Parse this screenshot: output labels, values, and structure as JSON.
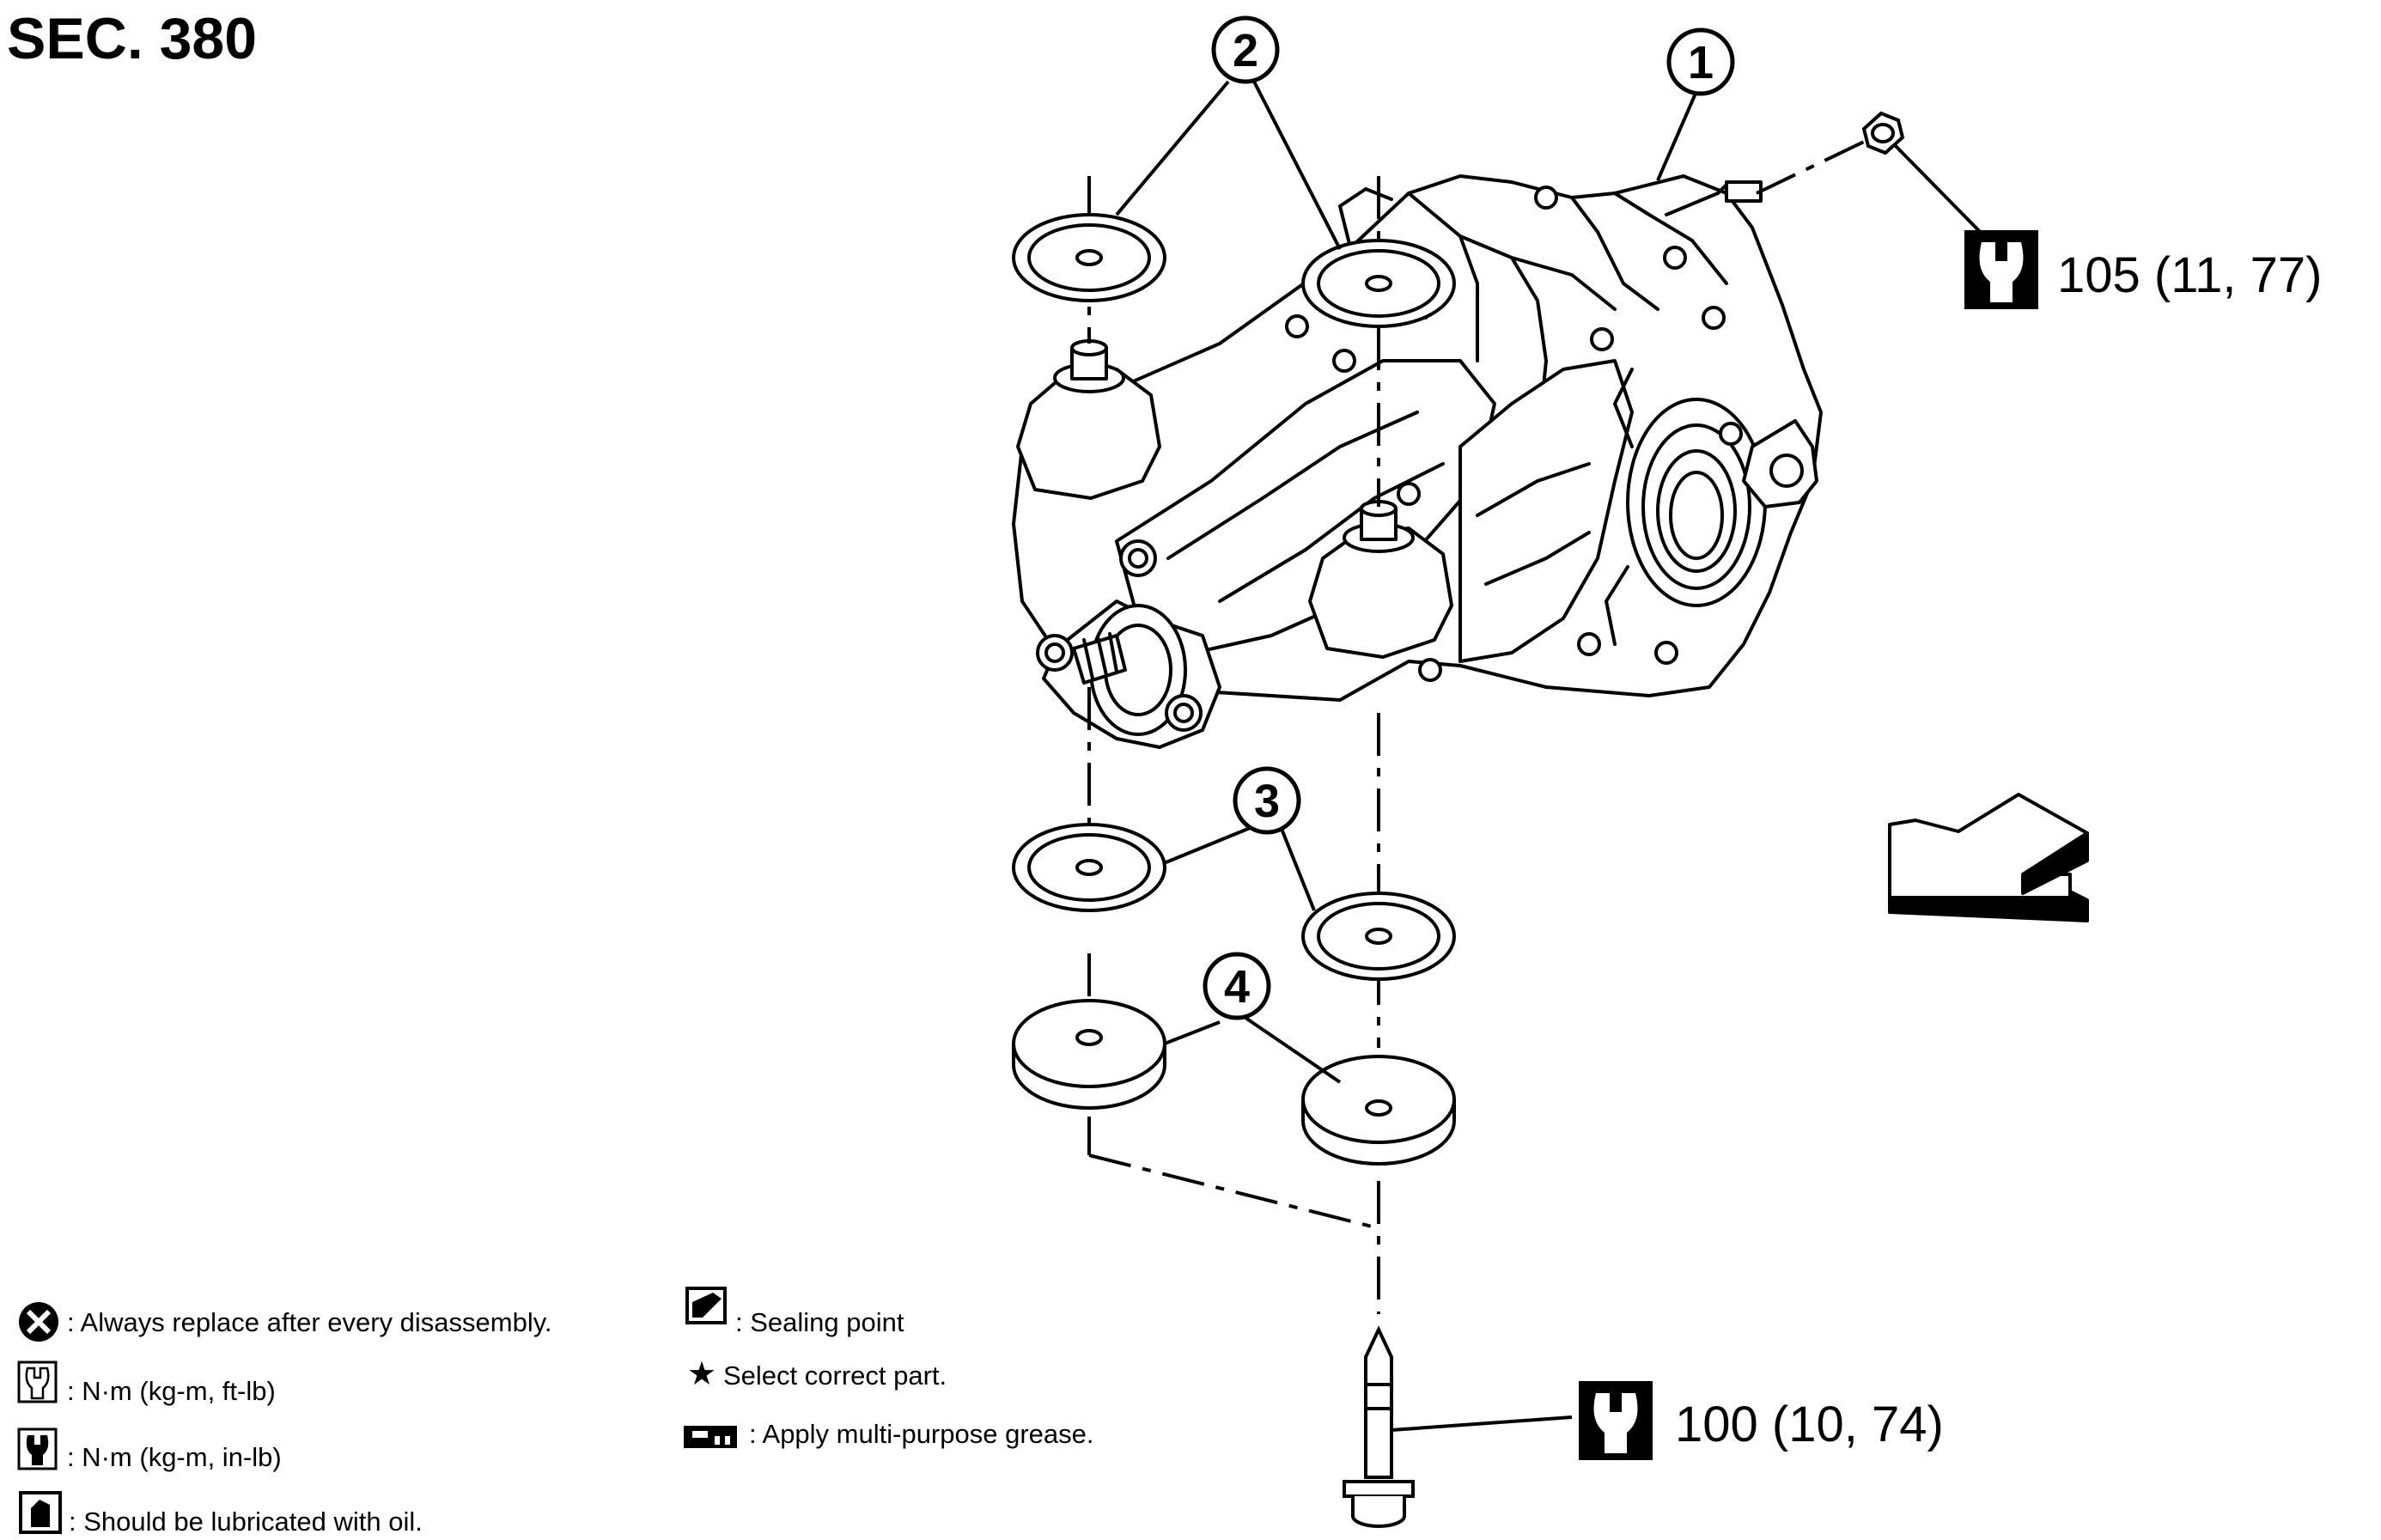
{
  "section": "SEC. 380",
  "callouts": [
    "1",
    "2",
    "3",
    "4"
  ],
  "torque": {
    "nut": "105 (11, 77)",
    "bolt": "100 (10, 74)"
  },
  "legend": {
    "always_replace": ": Always replace after every disassembly.",
    "nm_ft_lb": ": N·m (kg-m, ft-lb)",
    "nm_in_lb": ": N·m (kg-m, in-lb)",
    "lubricate_oil": ": Should be lubricated with oil.",
    "sealing_point": ": Sealing point",
    "select_part": "Select correct part.",
    "grease": ": Apply multi-purpose grease."
  },
  "icons": [
    "always-replace-icon",
    "torque-wrench-icon",
    "torque-wrench-filled-icon",
    "oil-can-icon",
    "sealing-point-icon",
    "star-icon",
    "grease-icon",
    "front-arrow-icon"
  ],
  "colors": {
    "ink": "#000000",
    "paper": "#ffffff"
  }
}
